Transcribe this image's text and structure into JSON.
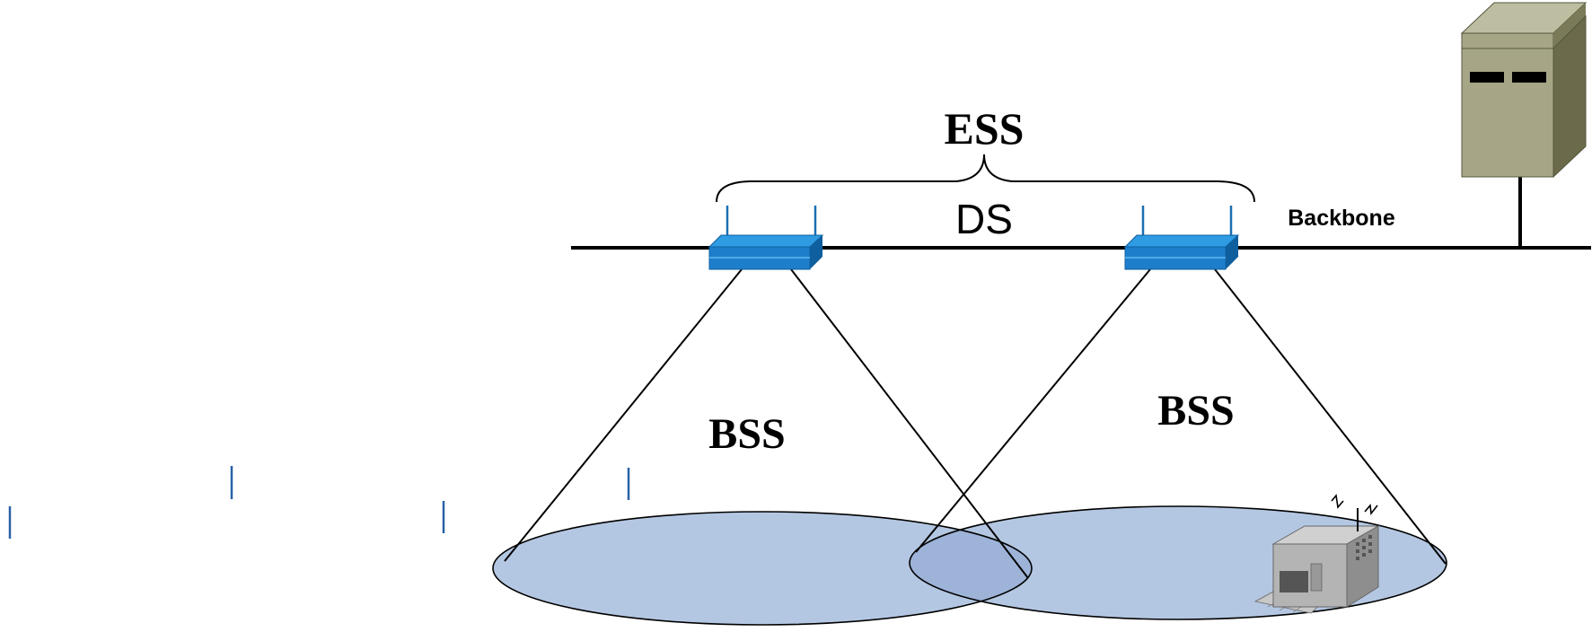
{
  "labels": {
    "ess": "ESS",
    "ds": "DS",
    "backbone": "Backbone",
    "bss_left": "BSS",
    "bss_right": "BSS"
  },
  "colors": {
    "line": "#000000",
    "bss_fill": "#b4c7e2",
    "bss_overlap": "#9db3d8",
    "ap_top": "#2e9be3",
    "ap_front": "#1d7fcc",
    "ap_side": "#0f5f9e",
    "ap_antenna": "#1a6fb5",
    "server_front": "#a6a687",
    "server_top": "#bdbda1",
    "server_side": "#6b6b4b",
    "printer_body": "#b4b4b4",
    "stray_marks": "#2a62a8"
  },
  "icons": [
    "access-point-icon",
    "server-icon",
    "printer-icon"
  ]
}
